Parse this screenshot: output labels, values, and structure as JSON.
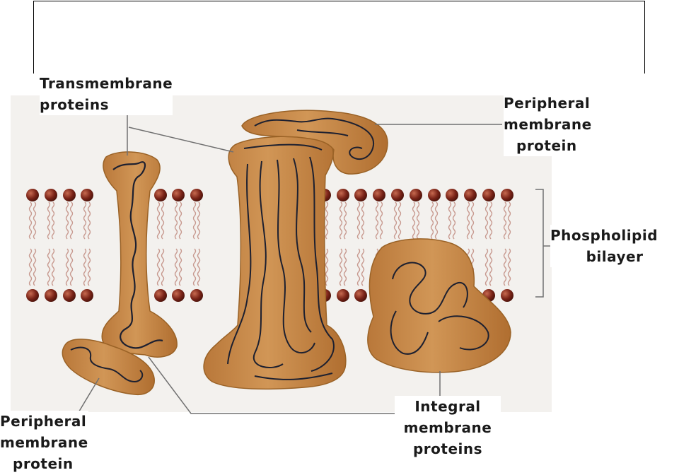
{
  "labels": {
    "transmembrane": [
      "Transmembrane",
      "proteins"
    ],
    "peripheral_top": [
      "Peripheral",
      "membrane",
      "protein"
    ],
    "phospholipid": [
      "Phospholipid",
      "bilayer"
    ],
    "peripheral_bottom": [
      "Peripheral",
      "membrane",
      "protein"
    ],
    "integral": [
      "Integral",
      "membrane",
      "proteins"
    ]
  },
  "colors": {
    "protein_fill": "#c98a48",
    "protein_edge": "#9a6226",
    "chain": "#1d2030",
    "head": "#7a2418",
    "tail": "#c89a90",
    "background": "#f3f1ee"
  }
}
